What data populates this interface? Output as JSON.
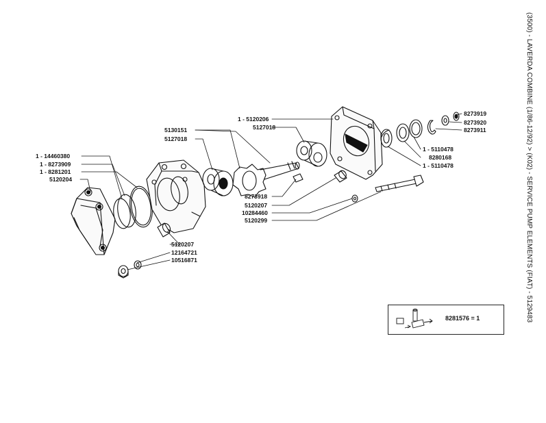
{
  "title": "(3500) - LAVERDA COMBINE (1/86-12/92) > (K02) - SERVICE PUMP ELEMENTS (FIAT) - 5129483",
  "labels": {
    "l_14460380": "1 - 14460380",
    "l_8273909": "1 - 8273909",
    "l_8281201": "1 - 8281201",
    "l_5120204": "5120204",
    "l_5130151": "5130151",
    "l_5127018a": "5127018",
    "l_5120206": "1 - 5120206",
    "l_5127018b": "5127018",
    "l_8273918": "8273918",
    "l_5120207a": "5120207",
    "l_10284460": "10284460",
    "l_5120299": "5120299",
    "l_5120207b": "5120207",
    "l_12164721": "12164721",
    "l_10516871": "10516871",
    "l_8273919": "8273919",
    "l_8273920": "8273920",
    "l_8273911": "8273911",
    "l_5110478a": "1 - 5110478",
    "l_8280168": "8280168",
    "l_5110478b": "1 - 5110478"
  },
  "legend": {
    "text": "8281576 = 1",
    "icon": "tool-kit-icon"
  }
}
